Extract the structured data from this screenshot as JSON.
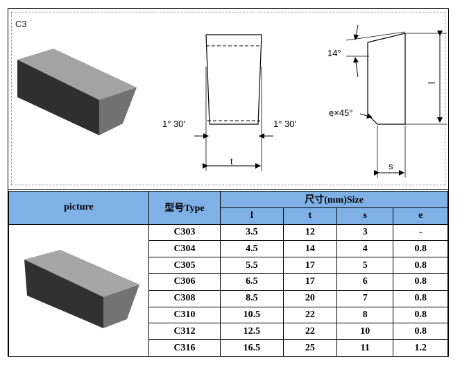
{
  "diagram": {
    "label": "C3",
    "angle_left": "1° 30′",
    "angle_right": "1° 30′",
    "dim_t": "t",
    "dim_l": "l",
    "dim_s": "s",
    "angle_top": "14°",
    "chamfer": "e×45°"
  },
  "table": {
    "col_picture": "picture",
    "col_type": "型号Type",
    "col_size": "尺寸(mm)Size",
    "sub_headers": [
      "l",
      "t",
      "s",
      "e"
    ],
    "rows": [
      {
        "type": "C303",
        "l": "3.5",
        "t": "12",
        "s": "3",
        "e": "-"
      },
      {
        "type": "C304",
        "l": "4.5",
        "t": "14",
        "s": "4",
        "e": "0.8"
      },
      {
        "type": "C305",
        "l": "5.5",
        "t": "17",
        "s": "5",
        "e": "0.8"
      },
      {
        "type": "C306",
        "l": "6.5",
        "t": "17",
        "s": "6",
        "e": "0.8"
      },
      {
        "type": "C308",
        "l": "8.5",
        "t": "20",
        "s": "7",
        "e": "0.8"
      },
      {
        "type": "C310",
        "l": "10.5",
        "t": "22",
        "s": "8",
        "e": "0.8"
      },
      {
        "type": "C312",
        "l": "12.5",
        "t": "22",
        "s": "10",
        "e": "0.8"
      },
      {
        "type": "C316",
        "l": "16.5",
        "t": "25",
        "s": "11",
        "e": "1.2"
      }
    ]
  },
  "colors": {
    "header_bg": "#7fb1e6",
    "insert_dark": "#2e2e2e",
    "insert_top": "#9c9c9c",
    "insert_face": "#6f6f6f"
  }
}
